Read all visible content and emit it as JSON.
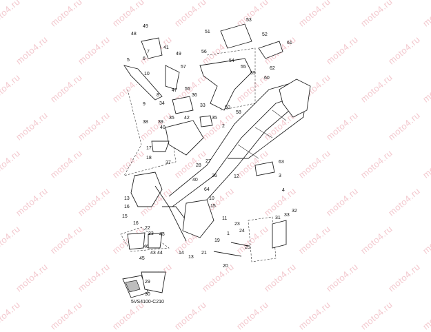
{
  "diagram": {
    "watermark_text": "moto4.ru",
    "figure_code": "5VS4100-C210",
    "part_numbers": [
      "1",
      "2",
      "3",
      "4",
      "5",
      "6",
      "7",
      "8",
      "9",
      "10",
      "11",
      "12",
      "13",
      "14",
      "15",
      "16",
      "17",
      "18",
      "19",
      "20",
      "21",
      "22",
      "23",
      "24",
      "25",
      "26",
      "27",
      "28",
      "29",
      "30",
      "31",
      "32",
      "33",
      "34",
      "35",
      "36",
      "37",
      "38",
      "39",
      "40",
      "41",
      "42",
      "43",
      "44",
      "45",
      "46",
      "47",
      "48",
      "49",
      "50",
      "51",
      "52",
      "53",
      "54",
      "55",
      "56",
      "57",
      "58",
      "59",
      "60",
      "61",
      "62",
      "63",
      "64"
    ]
  }
}
